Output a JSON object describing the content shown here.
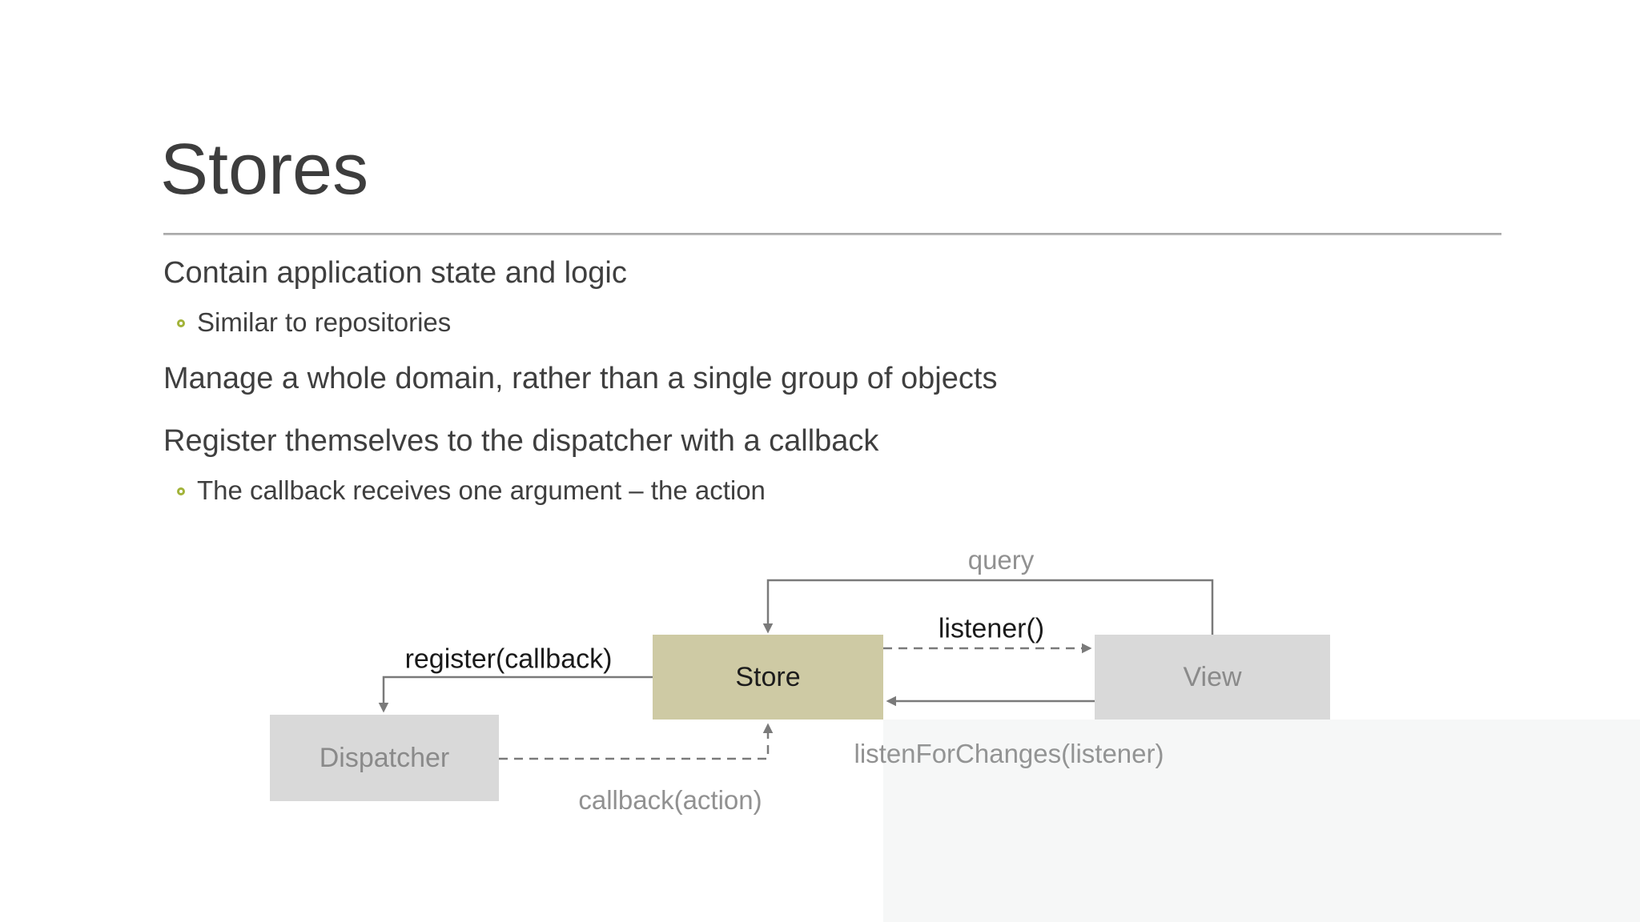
{
  "slide": {
    "title": "Stores",
    "bullets": {
      "b1": "Contain application state and logic",
      "s1": "Similar to repositories",
      "b2": "Manage a whole domain, rather than a single group of objects",
      "b3": "Register themselves to the dispatcher with a callback",
      "s2": "The callback receives one argument – the action"
    },
    "diagram": {
      "nodes": {
        "store": {
          "label": "Store",
          "fill": "#cecaa4",
          "text_color": "#1c1c1c"
        },
        "view": {
          "label": "View",
          "fill": "#d9d9d9",
          "text_color": "#8a8a8a"
        },
        "dispatcher": {
          "label": "Dispatcher",
          "fill": "#d9d9d9",
          "text_color": "#8a8a8a"
        }
      },
      "edge_labels": {
        "query": "query",
        "listener": "listener()",
        "register": "register(callback)",
        "listen_for_changes": "listenForChanges(listener)",
        "callback": "callback(action)"
      },
      "edges": [
        {
          "from": "view",
          "to": "store",
          "style": "solid",
          "label": "query"
        },
        {
          "from": "store",
          "to": "view",
          "style": "dashed",
          "label": "listener()"
        },
        {
          "from": "view",
          "to": "store",
          "style": "solid",
          "label": "listenForChanges(listener)"
        },
        {
          "from": "store",
          "to": "dispatcher",
          "style": "solid",
          "label": "register(callback)"
        },
        {
          "from": "dispatcher",
          "to": "store",
          "style": "dashed",
          "label": "callback(action)"
        }
      ]
    },
    "colors": {
      "background": "#ffffff",
      "title_text": "#3d3d3d",
      "body_text": "#3f3f3f",
      "bullet_accent": "#a2b339",
      "store_fill": "#cecaa4",
      "neutral_box_fill": "#d9d9d9",
      "box_gray_text": "#8a8a8a",
      "connector_gray": "#7a7a7a",
      "edge_label_gray": "#919191",
      "edge_label_dark": "#1a1a1a",
      "divider_gray": "#a6a6a6"
    }
  }
}
